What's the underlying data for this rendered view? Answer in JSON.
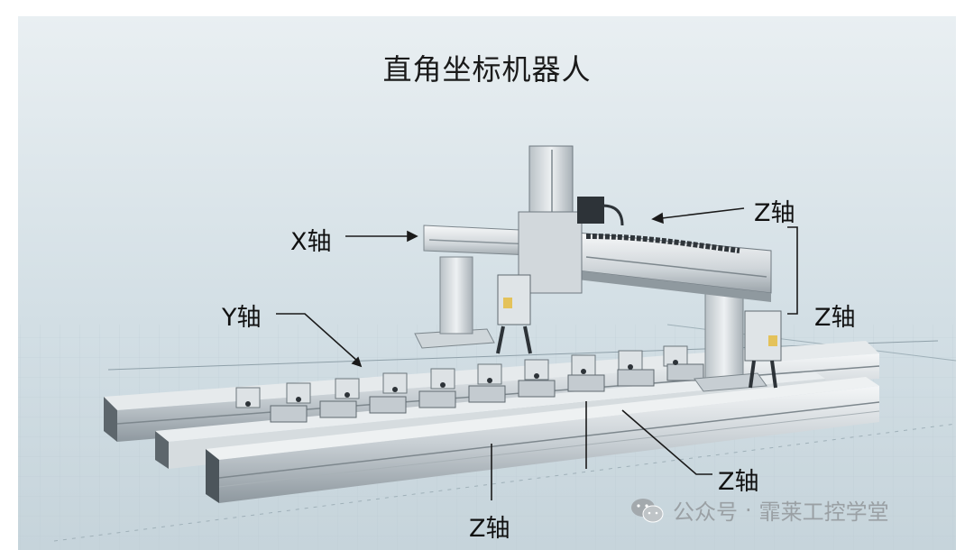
{
  "title": "直角坐标机器人",
  "labels": {
    "x_axis": "X轴",
    "y_axis": "Y轴",
    "z_top": "Z轴",
    "z_right": "Z轴",
    "z_mid": "Z轴",
    "z_bottom": "Z轴"
  },
  "watermark": {
    "prefix": "公众号",
    "separator": "·",
    "name": "霏莱工控学堂"
  },
  "colors": {
    "background_light": "#eef3f6",
    "background_dark": "#c9d7de",
    "aluminum": "#d7dde1",
    "aluminum_dark": "#7f8a92",
    "text": "#111111"
  }
}
